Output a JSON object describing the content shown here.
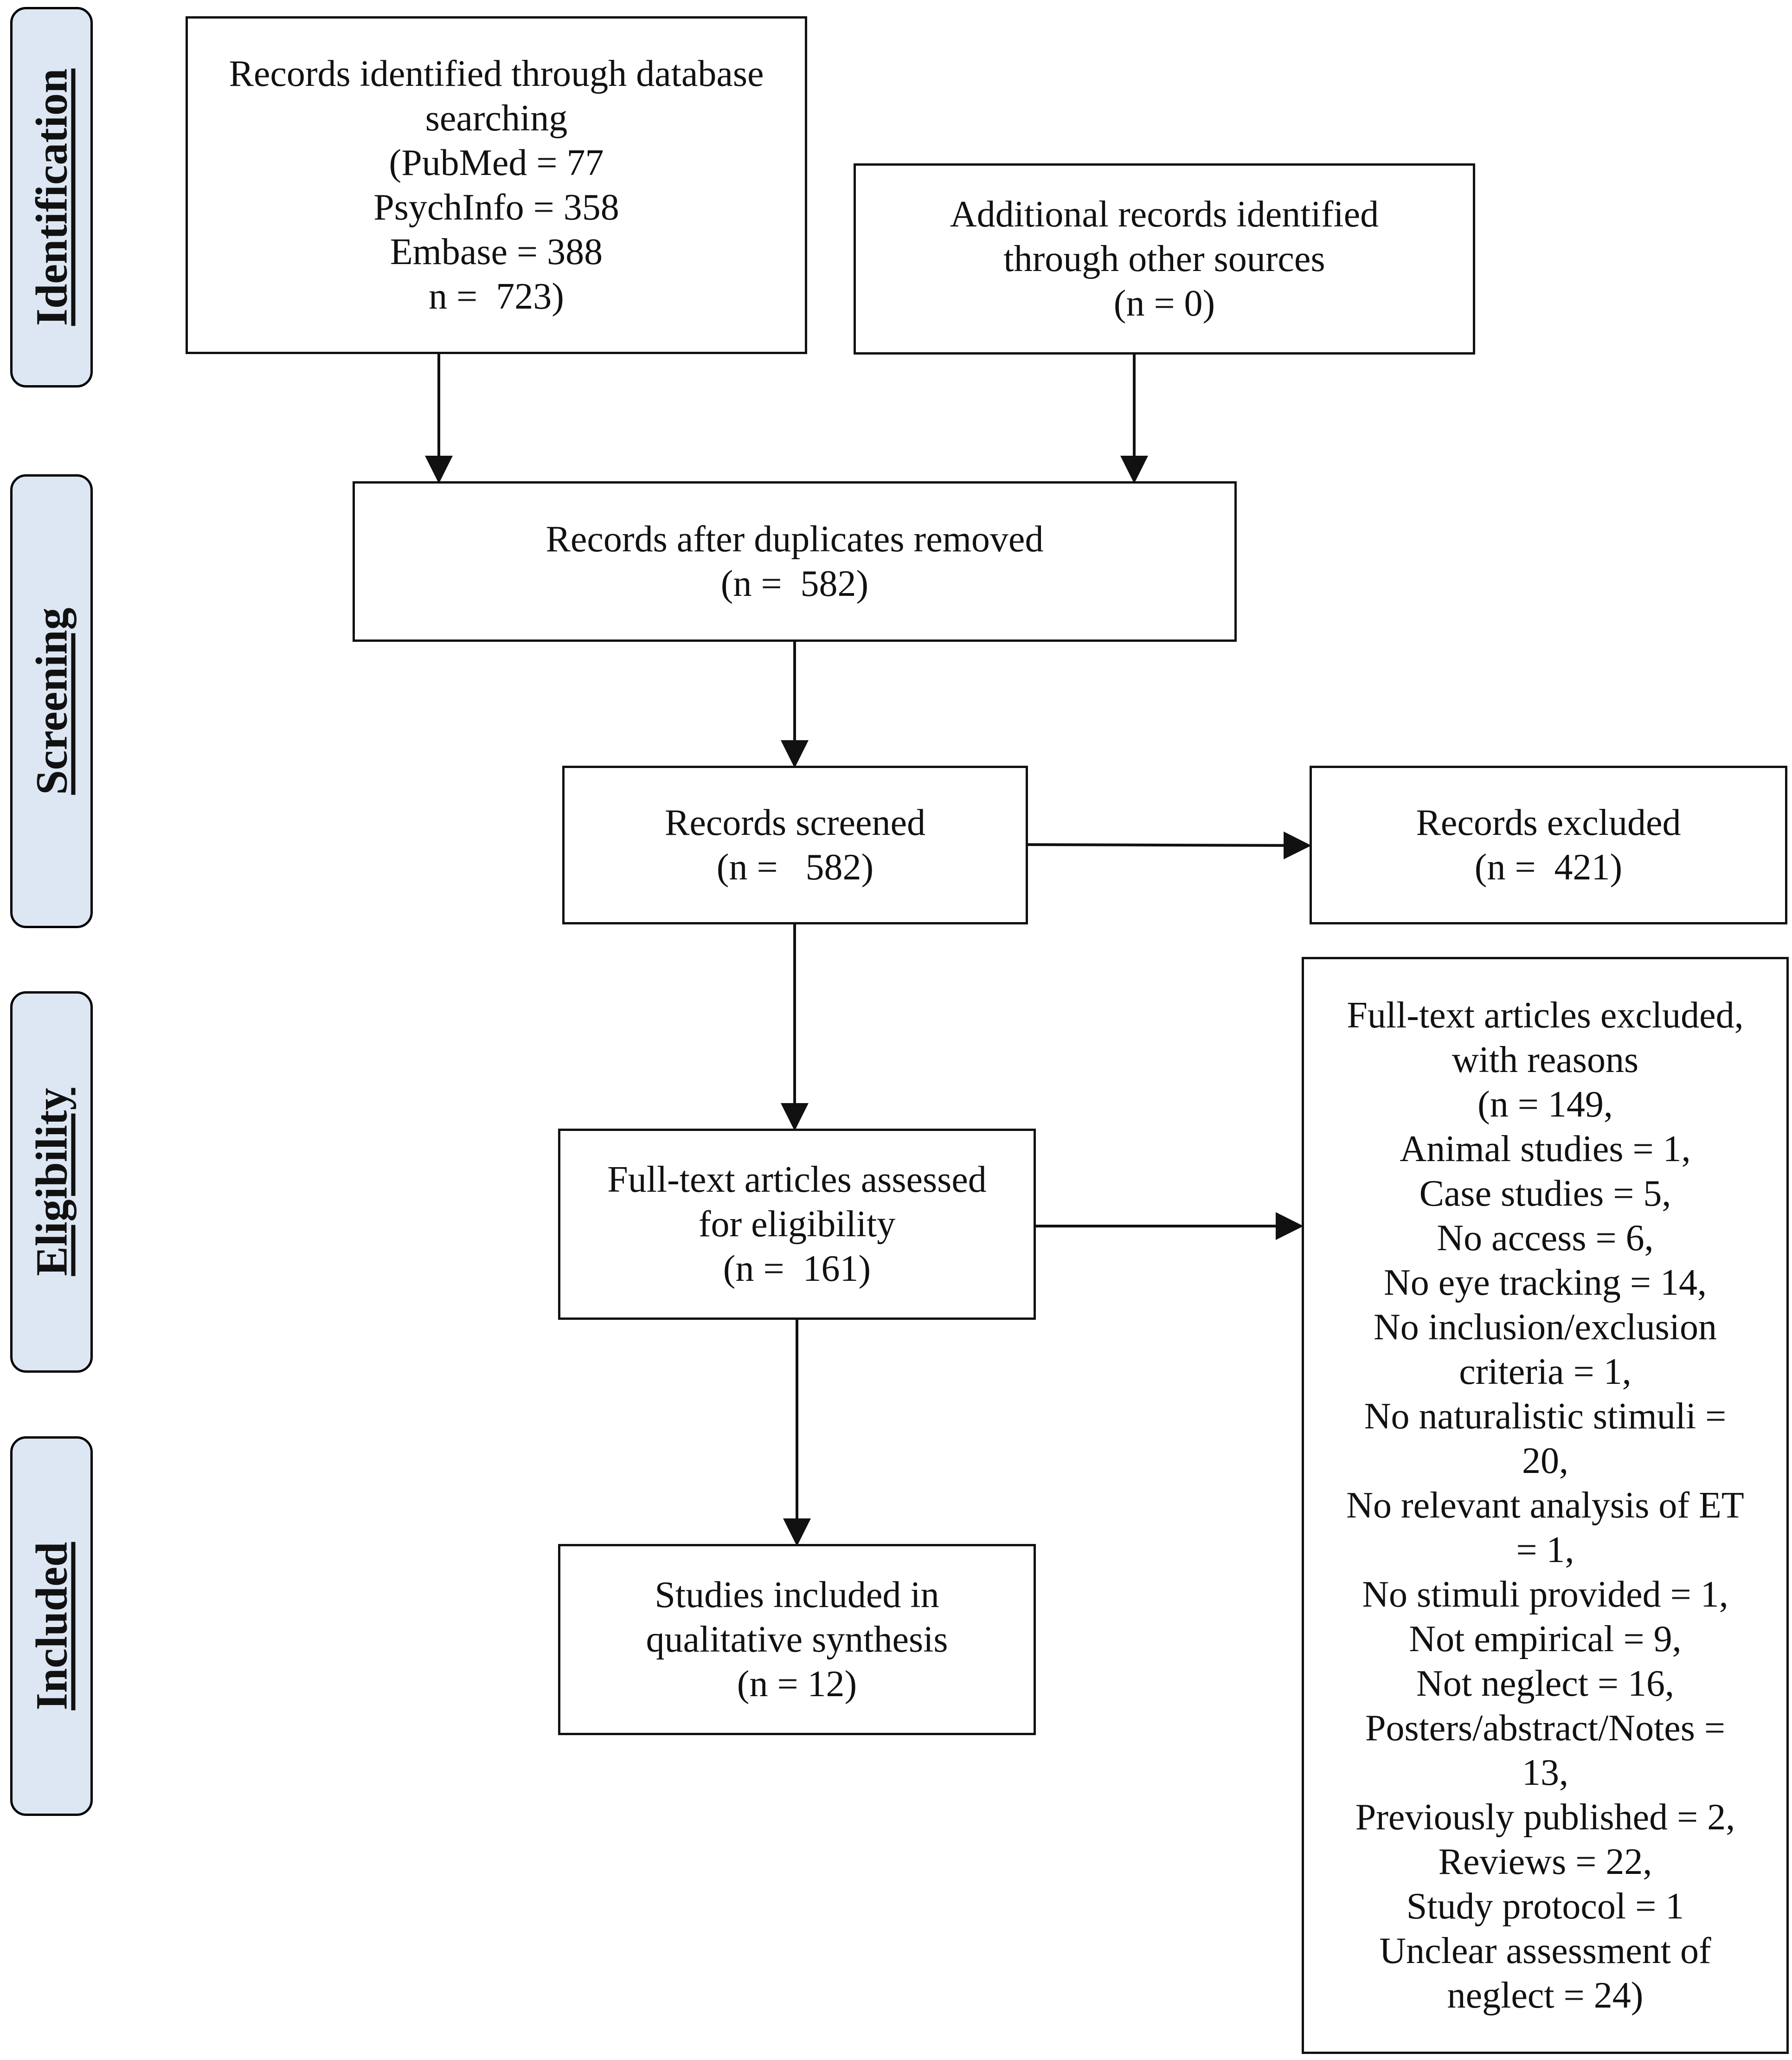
{
  "stages": {
    "identification": "Identification",
    "screening": "Screening",
    "eligibility": "Eligibility",
    "included": "Included"
  },
  "boxes": {
    "database_search": [
      "Records identified through database",
      "searching",
      "(PubMed = 77",
      "PsychInfo = 358",
      "Embase = 388",
      "n =  723)"
    ],
    "other_sources": [
      "Additional records identified",
      "through other sources",
      "(n = 0)"
    ],
    "after_duplicates": [
      "Records after duplicates removed",
      "(n =  582)"
    ],
    "screened": [
      "Records screened",
      "(n =   582)"
    ],
    "excluded": [
      "Records excluded",
      "(n =  421)"
    ],
    "fulltext_assessed": [
      "Full-text articles assessed",
      "for eligibility",
      "(n =  161)"
    ],
    "included_studies": [
      "Studies included in",
      "qualitative synthesis",
      "(n = 12)"
    ],
    "fulltext_excluded": [
      "Full-text articles excluded,",
      "with reasons",
      "(n = 149,",
      "Animal studies = 1,",
      "Case studies = 5,",
      "No access = 6,",
      "No eye tracking = 14,",
      "No inclusion/exclusion",
      "criteria = 1,",
      "No naturalistic stimuli =",
      "20,",
      "No relevant analysis of ET",
      "= 1,",
      "No stimuli provided = 1,",
      "Not empirical = 9,",
      "Not neglect = 16,",
      "Posters/abstract/Notes =",
      "13,",
      "Previously published = 2,",
      "Reviews = 22,",
      "Study protocol = 1",
      "Unclear assessment of",
      "neglect = 24)"
    ]
  },
  "colors": {
    "stage_fill": "#dde7f3",
    "border": "#111111"
  }
}
